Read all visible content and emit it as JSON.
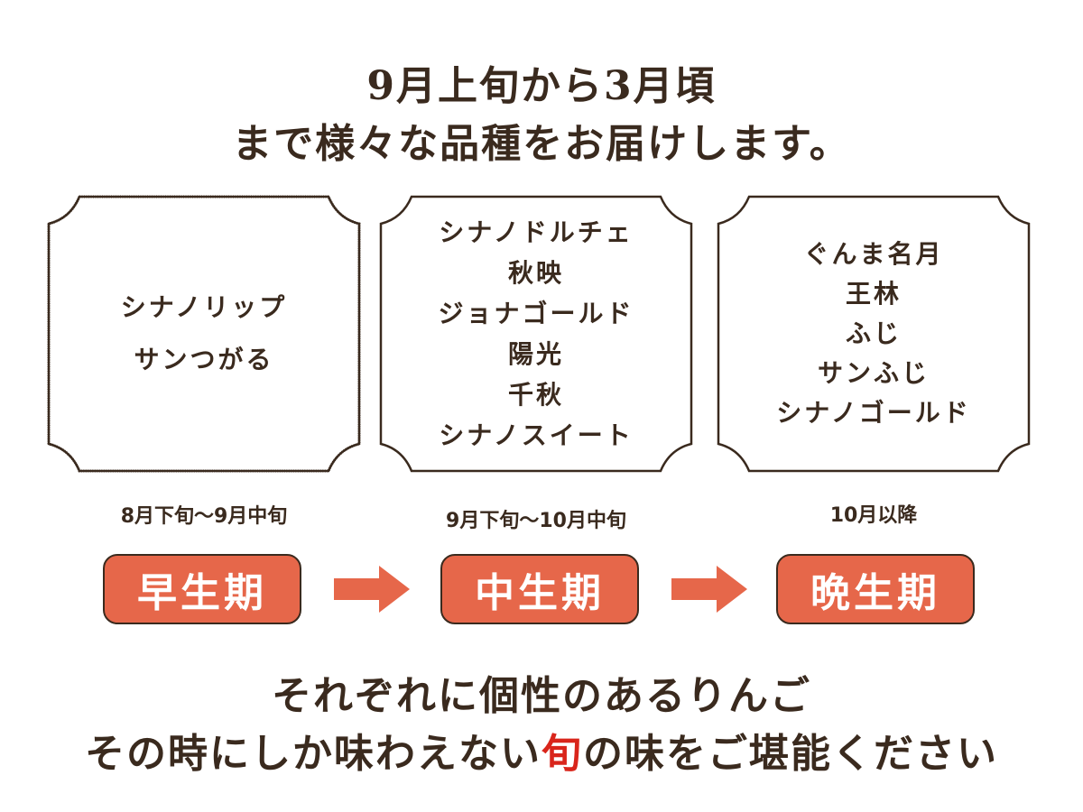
{
  "heading": {
    "line1": "9月上旬から3月頃",
    "line2": "まで様々な品種をお届けします。"
  },
  "seasons": [
    {
      "varieties": [
        "シナノリップ",
        "サンつがる"
      ],
      "period": "8月下旬～9月中旬",
      "label": "早生期"
    },
    {
      "varieties": [
        "シナノドルチェ",
        "秋映",
        "ジョナゴールド",
        "陽光",
        "千秋",
        "シナノスイート"
      ],
      "period": "9月下旬～10月中旬",
      "label": "中生期"
    },
    {
      "varieties": [
        "ぐんま名月",
        "王林",
        "ふじ",
        "サンふじ",
        "シナノゴールド"
      ],
      "period": "10月以降",
      "label": "晩生期"
    }
  ],
  "closing": {
    "line1": "それぞれに個性のあるりんご",
    "line2_before": "その時にしか味わえない",
    "line2_highlight": "旬",
    "line2_after": "の味をご堪能ください"
  },
  "colors": {
    "badge": "#e6674a",
    "text": "#3a2a1e",
    "highlight": "#d9251b",
    "frame_border": "#3a2a1e"
  }
}
